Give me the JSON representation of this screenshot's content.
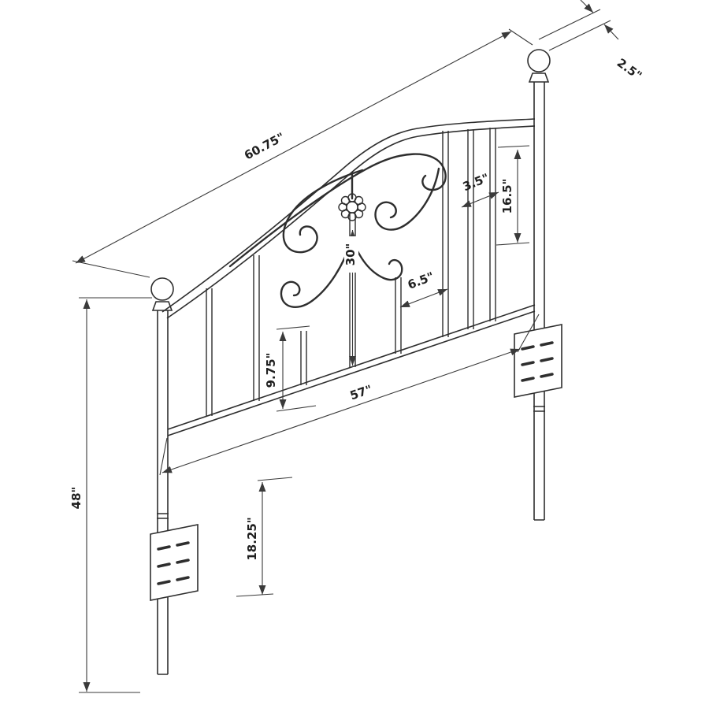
{
  "diagram": {
    "type": "technical-dimension-drawing",
    "subject": "Metal headboard with scrollwork and ball finial posts",
    "labels": {
      "overall_width": "60.75\"",
      "post_diameter": "2.5\"",
      "top_spindle_gap": "3.5\"",
      "upper_section_height": "16.5\"",
      "center_height": "30\"",
      "spindle_gap": "6.5\"",
      "mid_spindle_height": "9.75\"",
      "inner_width": "57\"",
      "lower_section_height": "18.25\"",
      "overall_height": "48\""
    },
    "colors": {
      "line": "#2e2e2e",
      "dimension_line": "#3a3a3a",
      "background": "#ffffff"
    }
  }
}
